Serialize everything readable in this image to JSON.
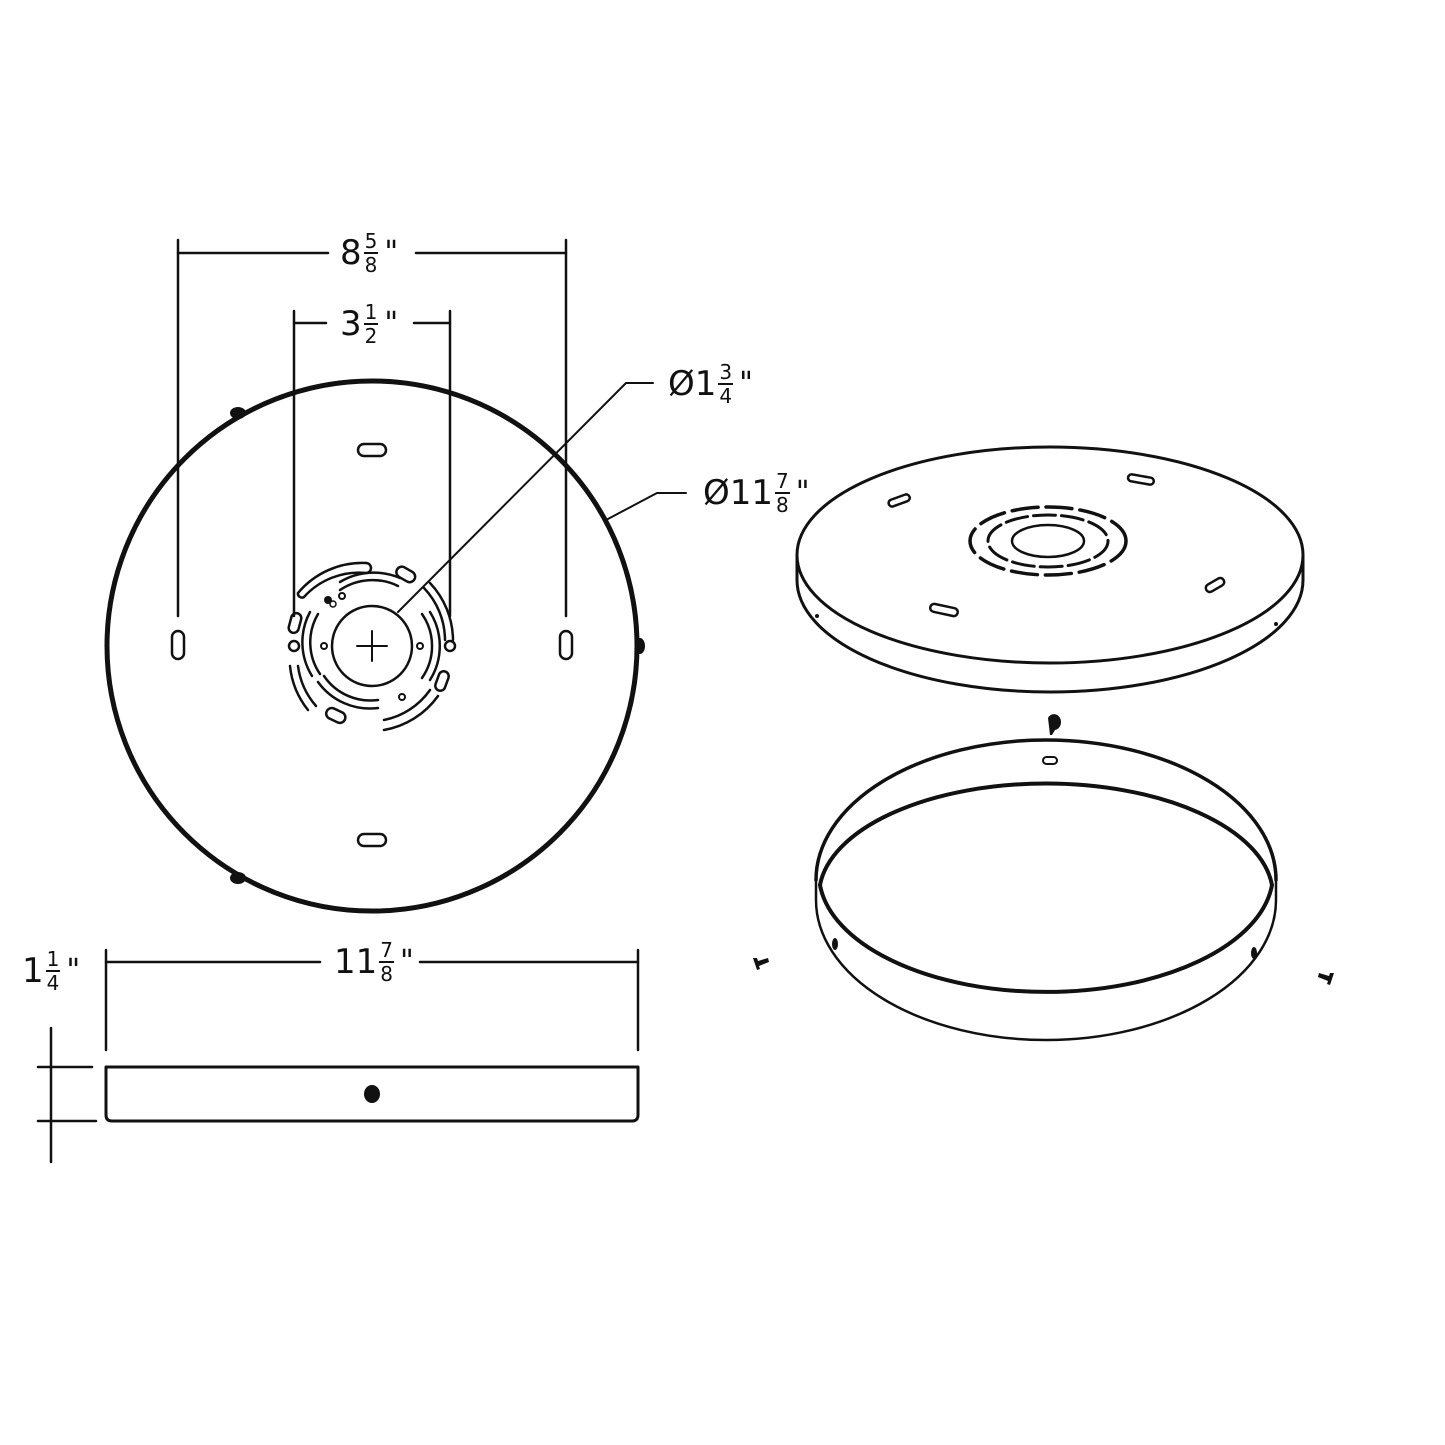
{
  "diagram": {
    "views": [
      "top-view",
      "side-view",
      "isometric-canopy",
      "isometric-ring"
    ],
    "dimensions": {
      "outer_slot_span": {
        "whole": "8",
        "num": "5",
        "den": "8",
        "unit": "\""
      },
      "inner_slot_span": {
        "whole": "3",
        "num": "1",
        "den": "2",
        "unit": "\""
      },
      "center_hole_diameter": {
        "prefix": "Ø",
        "whole": "1",
        "num": "3",
        "den": "4",
        "unit": "\""
      },
      "outer_diameter": {
        "prefix": "Ø",
        "whole": "11",
        "num": "7",
        "den": "8",
        "unit": "\""
      },
      "side_width": {
        "whole": "11",
        "num": "7",
        "den": "8",
        "unit": "\""
      },
      "side_height": {
        "whole": "1",
        "num": "1",
        "den": "4",
        "unit": "\""
      }
    },
    "colors": {
      "line": "#111111",
      "background": "#ffffff"
    }
  }
}
